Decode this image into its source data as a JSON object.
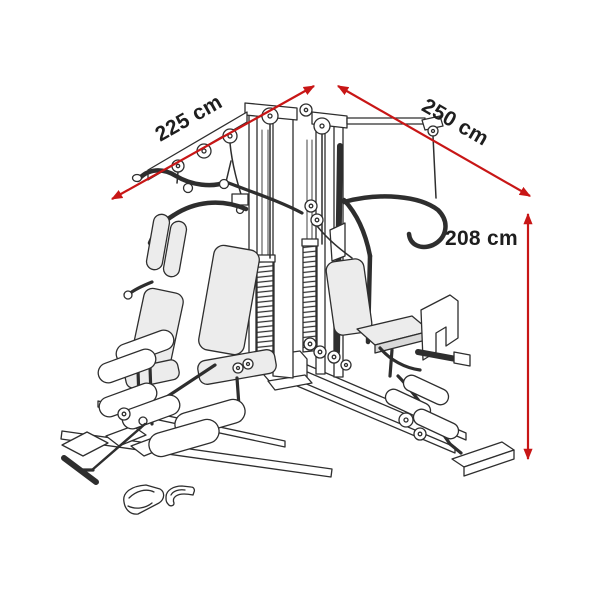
{
  "diagram": {
    "subject": "multi-station-home-gym-isometric-line-drawing",
    "dimension_labels": {
      "left_edge": "225 cm",
      "right_edge": "250 cm",
      "height": "208 cm"
    },
    "colors": {
      "arrow_red": "#c81616",
      "label_text": "#1e1e1e",
      "line_art": "#2e2e2e",
      "pad_fill": "#ececec",
      "pad_side": "#d9d9d9",
      "background": "#ffffff"
    },
    "accessories": [
      {
        "name": "t-bar-row-handle"
      },
      {
        "name": "ankle-strap"
      },
      {
        "name": "single-grip-handle"
      }
    ]
  }
}
